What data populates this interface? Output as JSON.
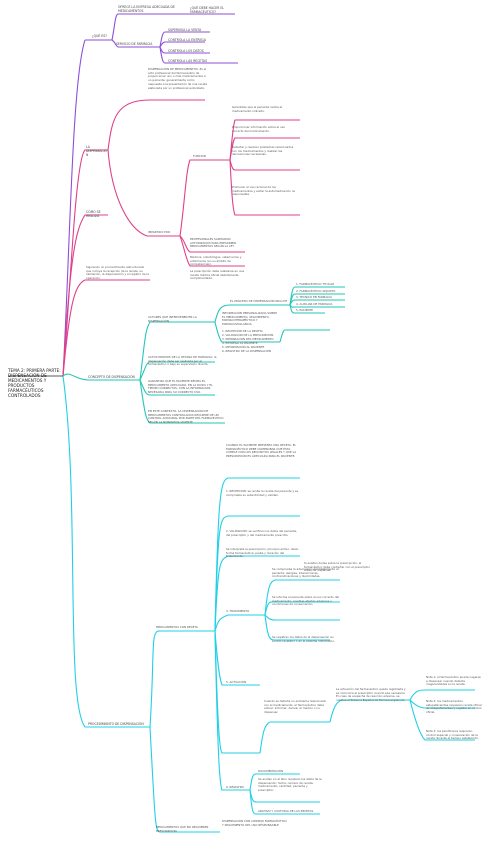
{
  "colors": {
    "purple": "#8e4fd8",
    "magenta": "#e0408a",
    "teal": "#26c6b8",
    "cyan": "#20d0e6",
    "green": "#29c86a",
    "text": "#444444"
  },
  "root": "TEMA 2: PRIMERA PARTE: DISPENSACIÓN DE MEDICAMENTOS Y PRODUCTOS FARMACÉUTICOS CONTROLADOS",
  "dispensacion_branch": {
    "label": "¿QUÉ ES?",
    "servicio": "SERVICIO DE FARMACIA",
    "entrega": "OFRECE LA ENTREGA ADECUADA DE MEDICAMENTOS",
    "pregunta": "¿QUÉ DEBE HACER EL FARMACÉUTICO?",
    "actividades": [
      "SUPERVISA LA VENTA",
      "CONTROLA LA ENTREGA",
      "CONTROLA LOS DATOS",
      "CONTROLA LAS RECETAS"
    ]
  },
  "oficio_branch": {
    "label": "LA DISPENSACIÓN",
    "definicion": "DISPENSACIÓN DE MEDICAMENTOS: Es el acto profesional del farmacéutico de proporcionar uno o más medicamentos a un paciente, generalmente como respuesta a la presentación de una receta elaborada por un profesional autorizado.",
    "funcion_label": "FUNCIÓN",
    "funciones": [
      "Garantizar que el paciente reciba el medicamento indicado.",
      "Proporcionar información sobre el uso correcto del medicamento.",
      "Detectar y resolver problemas relacionados con los medicamentos y realizar las derivaciones necesarias.",
      "Promover el uso racional de los medicamentos y evitar la automedicación no responsable."
    ],
    "impartido": "IMPARTIDO POR",
    "prescriptores": "PROFESIONALES SANITARIOS AUTORIZADOS PARA PRESCRIBIR MEDICAMENTOS SEGÚN LA LEY",
    "roles": "Médicos, odontólogos, veterinarios y enfermeros (en su ámbito de competencias).",
    "prescripcion": "La prescripción debe realizarse en una receta médica oficial debidamente cumplimentada."
  },
  "cuadro": {
    "label": "CÓMO SE REALIZA",
    "texto": "Siguiendo un procedimiento estructurado que incluye la recepción de la receta, su validación, la dispensación y el registro de la operación."
  },
  "concepto_branch": {
    "label": "CONCEPTO DE DISPENSACIÓN",
    "actores": "ACTORES QUE INTERVIENEN EN LA DISPENSACIÓN",
    "actores_lista": [
      "1. FARMACÉUTICO TITULAR",
      "2. FARMACÉUTICO ADJUNTO",
      "3. TÉCNICO EN FARMACIA",
      "4. AUXILIAR DE FARMACIA",
      "5. PACIENTE"
    ],
    "proceso_label": "EL PROCESO DE DISPENSACIÓN INCLUYE",
    "proceso": "INFORMACIÓN PERSONALIZADA SOBRE EL MEDICAMENTO, SEGUIMIENTO FARMACOTERAPÉUTICO Y FARMACOVIGILANCIA",
    "pasos": [
      "1. RECEPCIÓN DE LA RECETA",
      "2. VALIDACIÓN DE LA PRESCRIPCIÓN",
      "3. PREPARACIÓN DEL MEDICAMENTO",
      "4. ENTREGA AL PACIENTE",
      "5. INFORMACIÓN AL PACIENTE",
      "6. REGISTRO DE LA DISPENSACIÓN"
    ],
    "requisitos": "ACTOS PROPIOS DE LA OFICINA DE FARMACIA: la dispensación debe ser realizada por el farmacéutico o bajo su supervisión directa.",
    "garantia": "GARANTIZA QUE EL PACIENTE RECIBA EL MEDICAMENTO ADECUADO, EN LA DOSIS Y EL TIEMPO CORRECTOS, CON LA INFORMACIÓN NECESARIA PARA SU CORRECTO USO.",
    "nota": "EN ESTE CONTEXTO, LA DISPENSACIÓN DE MEDICAMENTOS CONTROLADOS REQUIERE DE UN CONTROL ADICIONAL POR PARTE DEL FARMACÉUTICO SEGÚN LA NORMATIVA VIGENTE."
  },
  "procedimiento_branch": {
    "label": "PROCEDIMIENTO DE DISPENSACIÓN",
    "receta_label": "MEDICAMENTOS CON RECETA",
    "intro": "CUANDO EL PACIENTE PRESENTA UNA RECETA, EL FARMACÉUTICO DEBE COMPROBAR QUE ÉSTA CUMPLE CON LOS REQUISITOS LEGALES Y QUE LA PRESCRIPCIÓN ES ADECUADA PARA EL PACIENTE.",
    "paso1": "1. RECEPCIÓN: se recibe la receta del paciente y se comprueba su autenticidad y validez.",
    "paso2": "2. VALIDACIÓN: se verifican los datos del paciente, del prescriptor y del medicamento prescrito.",
    "paso3_label": "3. INTERPRETACIÓN",
    "paso3": "Se interpreta la prescripción: principio activo, dosis, forma farmacéutica, pauta y duración del tratamiento.",
    "paso3_nota": "Si existen dudas sobre la prescripción, el farmacéutico debe contactar con el prescriptor antes de dispensar.",
    "tratamiento_label": "4. TRATAMIENTO",
    "tratamiento_a": "Se comprueba la adecuación del tratamiento al paciente: alergias, interacciones, contraindicaciones y duplicidades.",
    "tratamiento_b": "Se informa al paciente sobre el uso correcto del medicamento, posibles efectos adversos y condiciones de conservación.",
    "tratamiento_c": "Se registran los datos de la dispensación en el libro recetario o en el sistema informático.",
    "actuacion_label": "5. ACTUACIÓN",
    "actuacion": "Cuando se detecta un problema relacionado con el medicamento, el farmacéutico debe actuar: informar, derivar al médico o no dispensar.",
    "actuacion_detalle": "La actuación del farmacéutico queda registrada y se comunica al prescriptor cuando sea necesario. En caso de sospecha de reacción adversa, se notifica al Sistema Español de Farmacovigilancia.",
    "side_notes": [
      "Nota 1: el farmacéutico puede negarse a dispensar cuando detecte irregularidades en la receta.",
      "Nota 2: los medicamentos estupefacientes requieren receta oficial de estupefacientes y registro en el libro oficial.",
      "Nota 3: los psicótropos requieren control especial y conservación de la receta durante el tiempo establecido."
    ],
    "registro_label": "6. REGISTRO",
    "registro_sub": "DOCUMENTACIÓN",
    "registro": "Se anotan en el libro recetario los datos de la dispensación: fecha, número de receta, medicamento, cantidad, paciente y prescriptor.",
    "registro_fin": "ARCHIVO Y CUSTODIA DE LAS RECETAS",
    "sin_receta_label": "MEDICAMENTOS QUE NO REQUIEREN PRESCRIPCIÓN",
    "sin_receta": "DISPENSACIÓN CON CONSEJO FARMACÉUTICO Y SEGUIMIENTO DEL USO RESPONSABLE"
  }
}
